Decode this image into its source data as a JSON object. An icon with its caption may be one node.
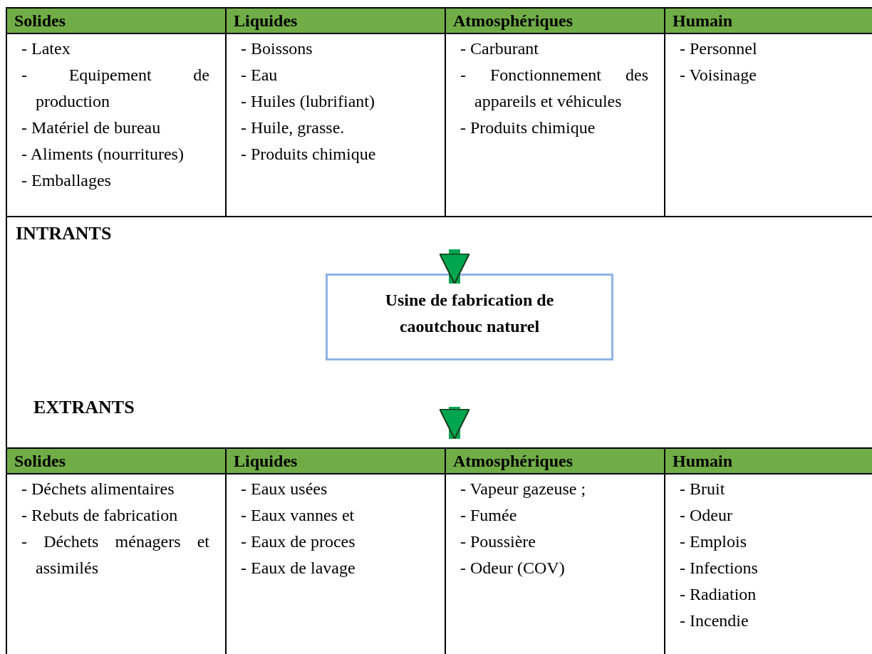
{
  "diagram": {
    "nodes": [
      {
        "text": [
          "Solides",
          "- Latex",
          "- Equipement de production",
          "- Matériel de bureau",
          "- Aliments (nourritures)",
          "- Emballages"
        ]
      },
      {
        "text": [
          "Liquides",
          "- Boissons",
          "- Eau",
          "- Huiles (lubrifiant)",
          "- Huile, grasse.",
          "- Produits chimique"
        ]
      },
      {
        "text": [
          "Atmosphériques",
          "- Carburant",
          "- Fonctionnement des appareils et véhicules",
          "- Produits chimique"
        ]
      },
      {
        "text": [
          "Humain",
          "- Personnel",
          "- Voisinage"
        ]
      },
      {
        "text": [
          "Usine de fabrication de caoutchouc naturel"
        ]
      },
      {
        "text": [
          "Solides",
          "- Déchets alimentaires",
          "- Rebuts de fabrication",
          "- Déchets ménagers et assimilés"
        ]
      },
      {
        "text": [
          "Liquides",
          "- Eaux usées",
          "- Eaux vannes et",
          "- Eaux de proces",
          "- Eaux de lavage"
        ]
      },
      {
        "text": [
          "Atmosphériques",
          "- Vapeur gazeuse ;",
          "- Fumée",
          "- Poussière",
          "- Odeur (COV)"
        ]
      },
      {
        "text": [
          "Humain",
          "- Bruit",
          "- Odeur",
          "- Emplois",
          "- Infections",
          "- Radiation",
          "- Incendie"
        ]
      }
    ],
    "edges": [
      {
        "from": null,
        "to": 4,
        "arrow": "to"
      },
      {
        "from": null,
        "to": 7,
        "arrow": "to"
      }
    ],
    "labels": [
      "INTRANTS",
      "EXTRANTS"
    ]
  }
}
